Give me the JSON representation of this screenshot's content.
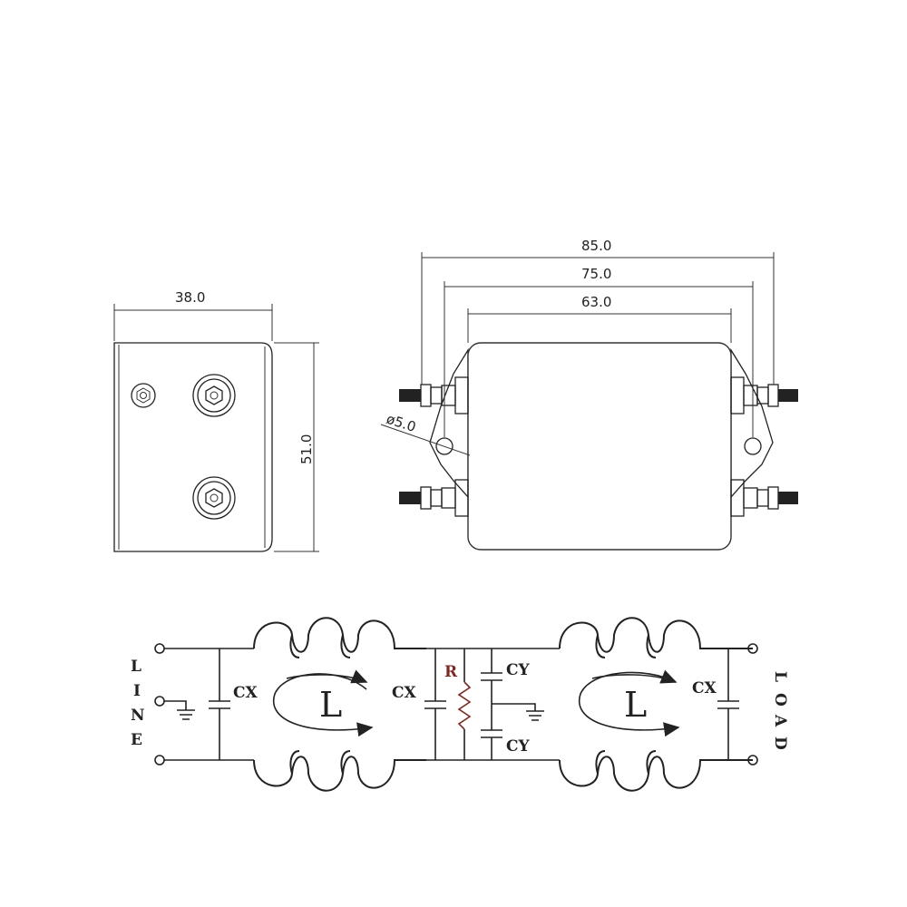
{
  "side_view": {
    "width_label": "38.0",
    "height_label": "51.0"
  },
  "front_view": {
    "overall_label": "85.0",
    "mount_label": "75.0",
    "body_label": "63.0",
    "hole_label": "ø5.0"
  },
  "schematic": {
    "line_letters": [
      "L",
      "I",
      "N",
      "E"
    ],
    "load_letters": [
      "L",
      "O",
      "A",
      "D"
    ],
    "cx_label": "CX",
    "cy_label": "CY",
    "r_label": "R",
    "inductor_label": "L"
  },
  "colors": {
    "ink": "#222222",
    "resistor": "#7a2a20"
  }
}
